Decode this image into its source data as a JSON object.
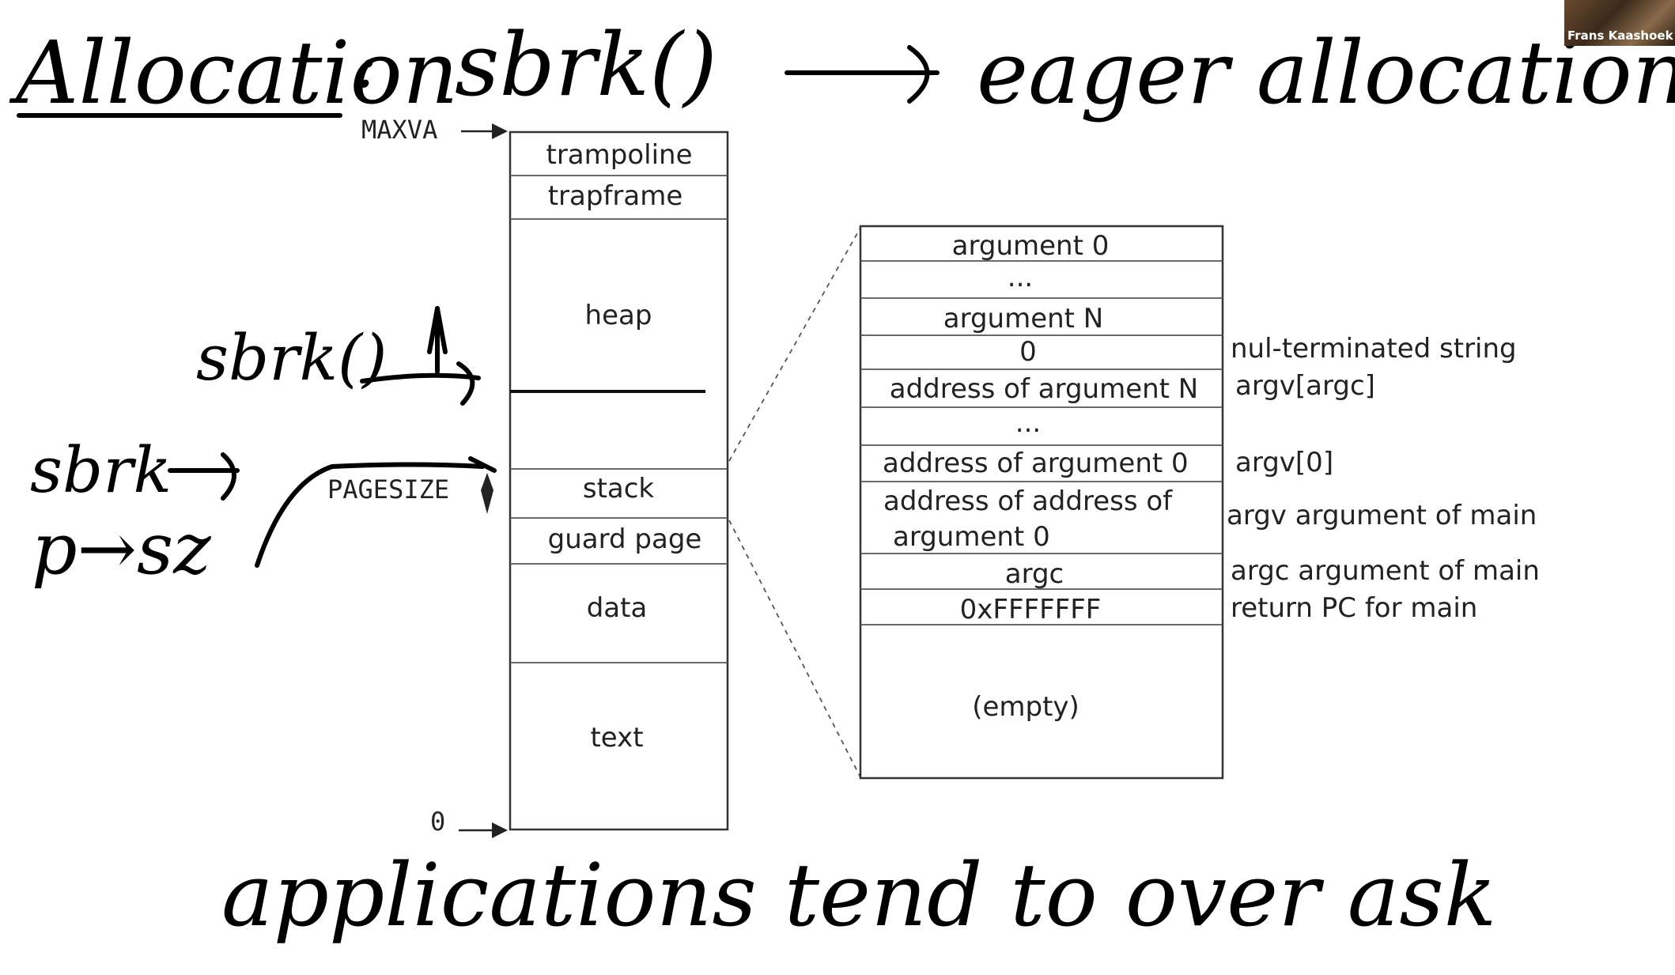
{
  "handwriting": {
    "title": "Allocation",
    "colon": ":",
    "sbrk_title": "sbrk()",
    "eager": "eager allocation",
    "sbrk_left": "sbrk()",
    "sbrk_mid": "sbrk",
    "psz": "p→sz",
    "bottom": "applications tend to over ask"
  },
  "memory_layout": {
    "maxva_label": "MAXVA",
    "zero_label": "0",
    "pagesize_label": "PAGESIZE",
    "segments": [
      "trampoline",
      "trapframe",
      "heap",
      "stack",
      "guard page",
      "data",
      "text"
    ]
  },
  "stack_detail": {
    "rows": [
      "argument 0",
      "...",
      "argument N",
      "0",
      "address of argument N",
      "...",
      "address of argument 0",
      "address of address of",
      "argument 0",
      "argc",
      "0xFFFFFFF",
      "(empty)"
    ],
    "annotations": [
      "nul-terminated string",
      "argv[argc]",
      "argv[0]",
      "argv argument of main",
      "argc argument of main",
      "return PC for main"
    ]
  },
  "webcam": {
    "name": "Frans Kaashoek"
  }
}
